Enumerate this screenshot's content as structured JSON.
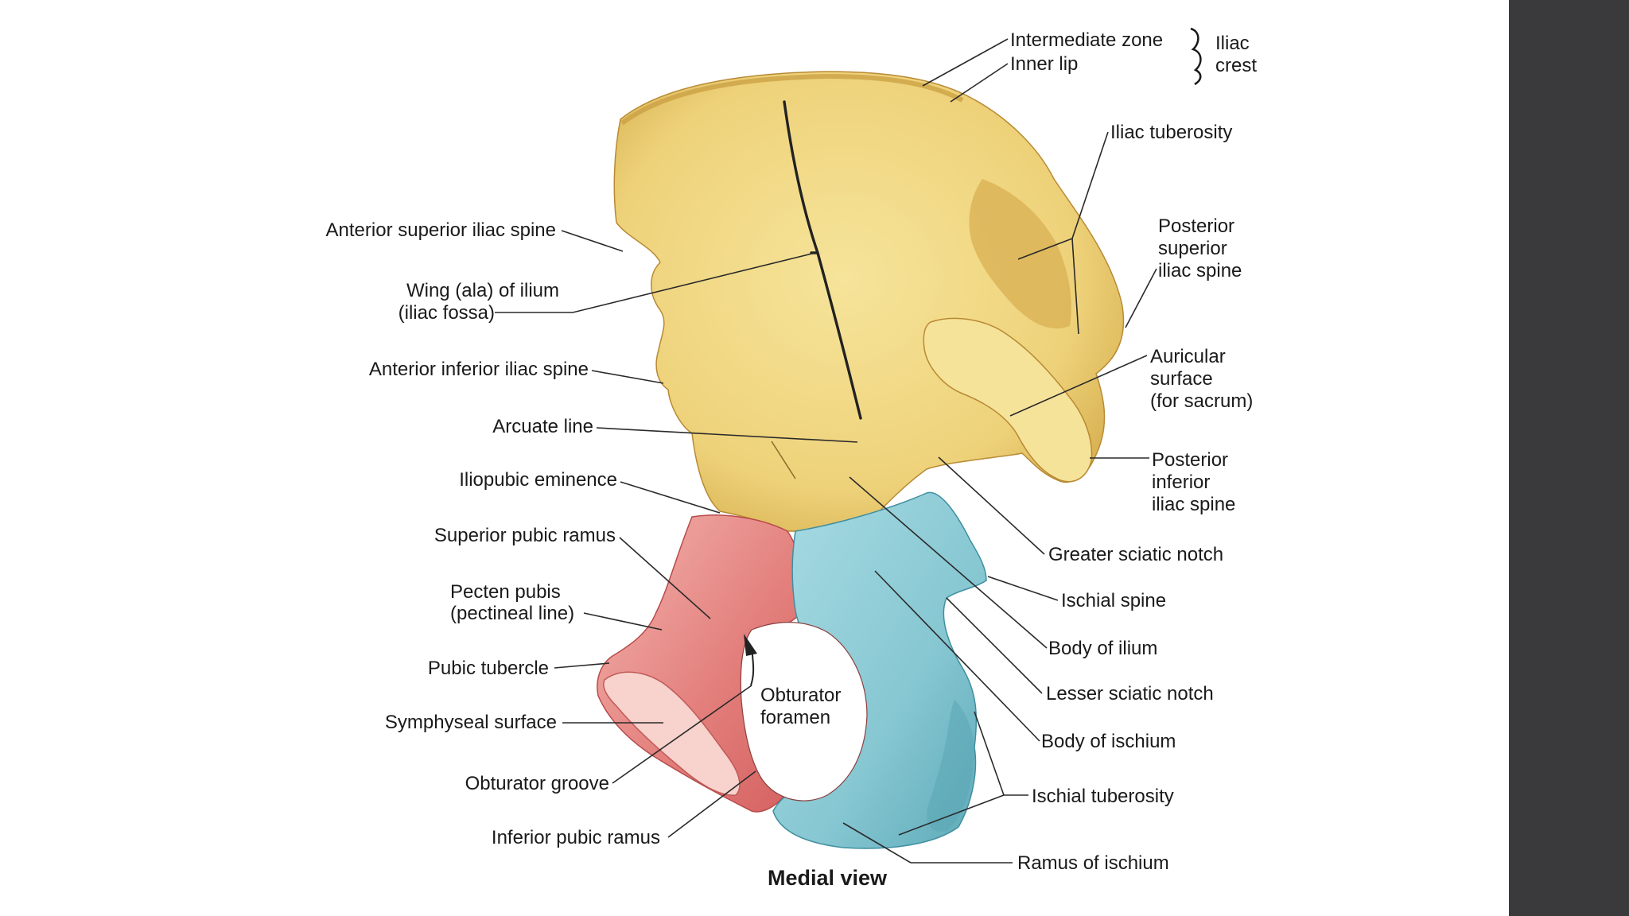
{
  "colors": {
    "ilium": "#f0d878",
    "ilium_shadow": "#cda440",
    "pubis": "#e07a78",
    "pubis_light": "#f4c2bd",
    "ischium": "#8ccbd6",
    "ischium_shadow": "#5aa7b6",
    "side_panel": "#3a3a3c",
    "text": "#1a1a1a"
  },
  "labels": {
    "intermediate_zone": "Intermediate zone",
    "inner_lip": "Inner lip",
    "iliac_crest": [
      "Iliac",
      "crest"
    ],
    "iliac_tuberosity": "Iliac tuberosity",
    "asis": "Anterior superior iliac spine",
    "psis": [
      "Posterior",
      "superior",
      "iliac spine"
    ],
    "wing_of_ilium": [
      "Wing (ala) of ilium",
      "(iliac fossa)"
    ],
    "aiis": "Anterior inferior iliac spine",
    "auricular_surface": [
      "Auricular",
      "surface",
      "(for sacrum)"
    ],
    "arcuate_line": "Arcuate line",
    "piis": [
      "Posterior",
      "inferior",
      "iliac spine"
    ],
    "iliopubic_eminence": "Iliopubic eminence",
    "superior_pubic_ramus": "Superior pubic ramus",
    "greater_sciatic_notch": "Greater sciatic notch",
    "pecten_pubis": [
      "Pecten pubis",
      "(pectineal line)"
    ],
    "ischial_spine": "Ischial spine",
    "body_of_ilium": "Body of ilium",
    "pubic_tubercle": "Pubic tubercle",
    "lesser_sciatic_notch": "Lesser sciatic notch",
    "obturator_foramen": [
      "Obturator",
      "foramen"
    ],
    "symphyseal_surface": "Symphyseal surface",
    "body_of_ischium": "Body of ischium",
    "obturator_groove": "Obturator groove",
    "ischial_tuberosity": "Ischial tuberosity",
    "inferior_pubic_ramus": "Inferior pubic ramus",
    "ramus_of_ischium": "Ramus of ischium"
  },
  "caption": "Medial view"
}
